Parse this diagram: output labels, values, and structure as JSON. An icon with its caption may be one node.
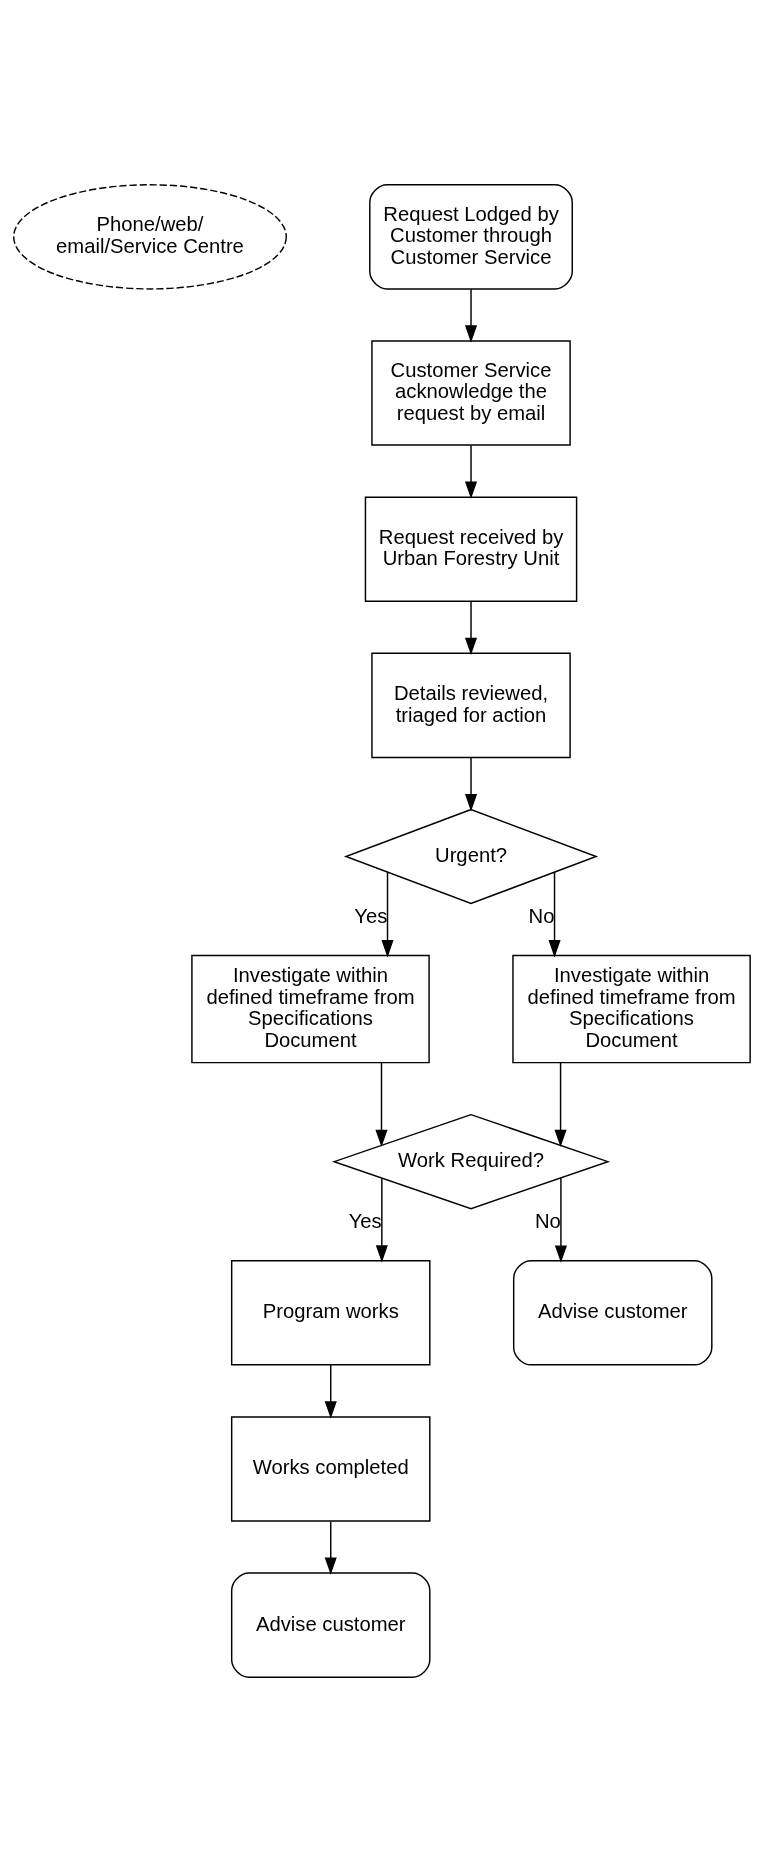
{
  "diagram": {
    "nodes": [
      {
        "text": [
          "Request Lodged by Customer through Customer Service"
        ]
      },
      {
        "text": [
          "Phone/web/ email/Service Centre"
        ]
      },
      {
        "text": [
          "Customer Service acknowledge the request by email"
        ]
      },
      {
        "text": [
          "Request received by Urban Forestry Unit"
        ]
      },
      {
        "text": [
          "Details reviewed, triaged for action"
        ]
      },
      {
        "text": [
          "Urgent?"
        ]
      },
      {
        "text": [
          "Investigate within defined timeframe from Specifications Document"
        ]
      },
      {
        "text": [
          "Investigate within defined timeframe from Specifications Document"
        ]
      },
      {
        "text": [
          "Work Required?"
        ]
      },
      {
        "text": [
          "Program works"
        ]
      },
      {
        "text": [
          "Advise customer"
        ]
      },
      {
        "text": [
          "Works completed"
        ]
      },
      {
        "text": [
          "Advise customer"
        ]
      }
    ],
    "edges": [
      {
        "from": 0,
        "to": 2,
        "arrow": "to"
      },
      {
        "from": 2,
        "to": 3,
        "arrow": "to"
      },
      {
        "from": 3,
        "to": 4,
        "arrow": "to"
      },
      {
        "from": 4,
        "to": 5,
        "arrow": "to"
      },
      {
        "from": 5,
        "to": 6,
        "arrow": "to",
        "label": "Yes"
      },
      {
        "from": 5,
        "to": 7,
        "arrow": "to",
        "label": "No"
      },
      {
        "from": 6,
        "to": 8,
        "arrow": "to"
      },
      {
        "from": 7,
        "to": 8,
        "arrow": "to"
      },
      {
        "from": 8,
        "to": 9,
        "arrow": "to",
        "label": "Yes"
      },
      {
        "from": 8,
        "to": 10,
        "arrow": "to",
        "label": "No"
      },
      {
        "from": 9,
        "to": 11,
        "arrow": "to"
      },
      {
        "from": 11,
        "to": 12,
        "arrow": "to"
      }
    ]
  }
}
